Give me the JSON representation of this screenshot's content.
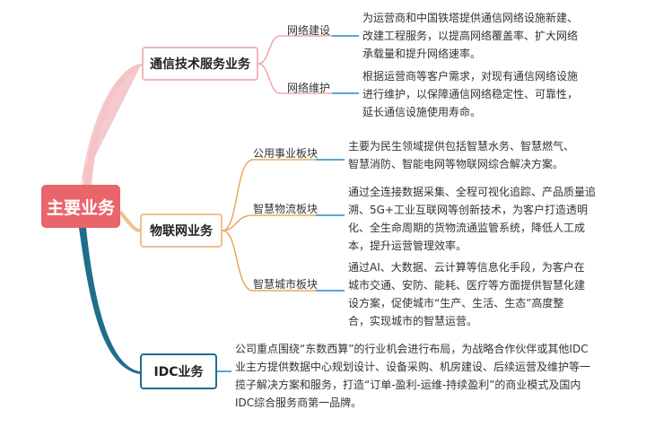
{
  "root": {
    "label": "主要业务"
  },
  "branches": [
    {
      "label": "通信技术服务业务",
      "children": [
        {
          "label": "网络建设",
          "desc": [
            "为运营商和中国铁塔提供通信网络设施新建、",
            "改建工程服务，以提高网络覆盖率、扩大网络",
            "承载量和提升网络速率。"
          ]
        },
        {
          "label": "网络维护",
          "desc": [
            "根据运营商等客户需求，对现有通信网络设施",
            "进行维护，以保障通信网络稳定性、可靠性，",
            "延长通信设施使用寿命。"
          ]
        }
      ]
    },
    {
      "label": "物联网业务",
      "children": [
        {
          "label": "公用事业板块",
          "desc": [
            "主要为民生领域提供包括智慧水务、智慧燃气、",
            "智慧消防、智能电网等物联网综合解决方案。"
          ]
        },
        {
          "label": "智慧物流板块",
          "desc": [
            "通过全连接数据采集、全程可视化追踪、产品质量追",
            "溯、5G+工业互联网等创新技术，为客户打造透明",
            "化、全生命周期的货物流通监管系统，降低人工成",
            "本，提升运营管理效率。"
          ]
        },
        {
          "label": "智慧城市板块",
          "desc": [
            "通过AI、大数据、云计算等信息化手段，为客户在",
            "城市交通、安防、能耗、医疗等方面提供智慧化建",
            "设方案，促使城市“生产、生活、生态”高度整",
            "合，实现城市的智慧运营。"
          ]
        }
      ]
    },
    {
      "label": "IDC业务",
      "desc": [
        "公司重点围绕“东数西算”的行业机会进行布局，为战略合作伙伴或其他IDC",
        "业主方提供数据中心规划设计、设备采购、机房建设、后续运营及维护等一",
        "揽子解决方案和服务，打造“订单-盈利-运维-持续盈利”的商业模式及国内",
        "IDC综合服务商第一品牌。"
      ]
    }
  ]
}
